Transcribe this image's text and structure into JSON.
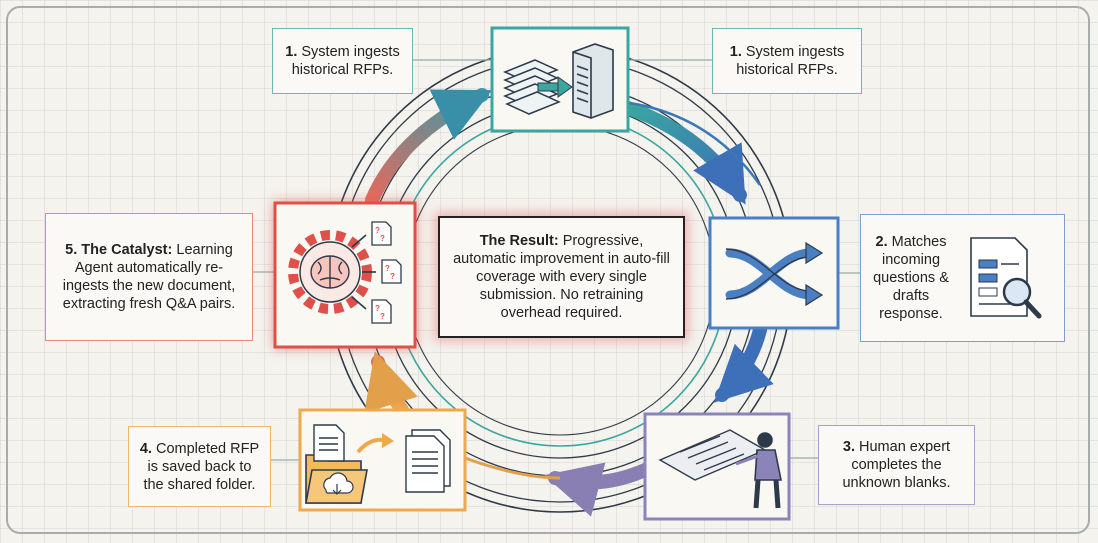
{
  "center": {
    "heading": "The Result:",
    "text": "Progressive, automatic improvement in auto-fill coverage with every single submission. No retraining overhead required."
  },
  "callouts": [
    {
      "id": "step1-left",
      "heading": "1.",
      "text": "System ingests historical RFPs."
    },
    {
      "id": "step1-right",
      "heading": "1.",
      "text": "System ingests historical RFPs."
    },
    {
      "id": "step2",
      "heading": "2.",
      "text": "Matches incoming questions & drafts response."
    },
    {
      "id": "step3",
      "heading": "3.",
      "text": "Human expert completes the unknown blanks."
    },
    {
      "id": "step4",
      "heading": "4.",
      "text": "Completed RFP is saved back to the shared folder."
    },
    {
      "id": "step5",
      "heading": "5. The Catalyst:",
      "text": "Learning Agent automatically re-ingests the new document, extracting fresh Q&A pairs."
    }
  ],
  "colors": {
    "step1": "#3aa6a0",
    "step2": "#4b7fc4",
    "step3": "#8b84b8",
    "step4": "#f0a94a",
    "step5": "#e0504a",
    "ink": "#2d3a4a"
  }
}
